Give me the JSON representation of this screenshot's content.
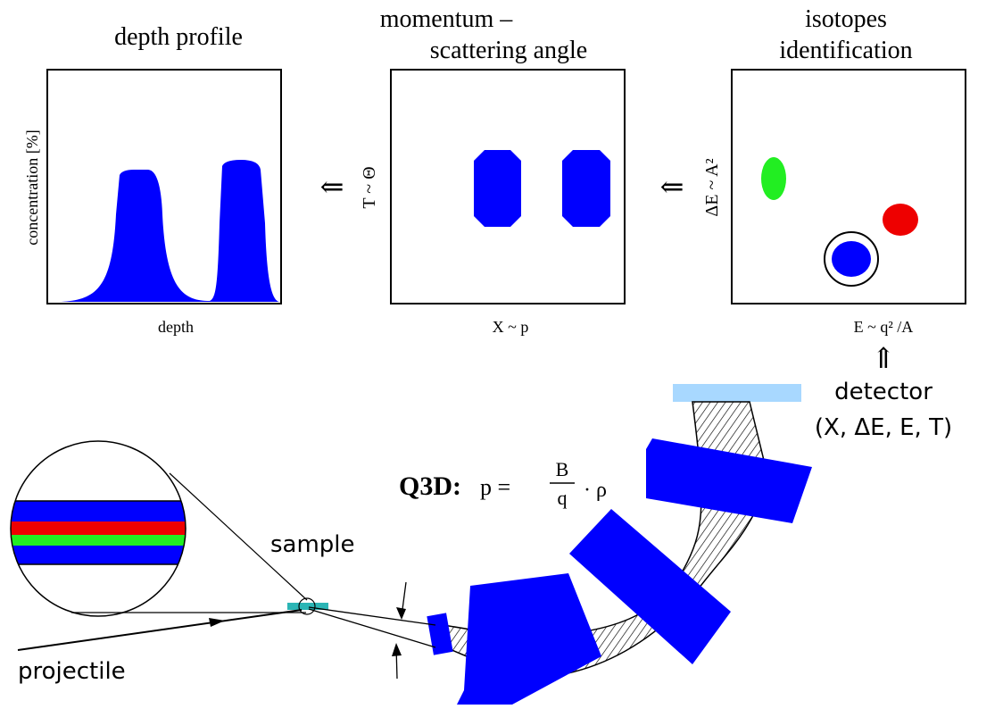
{
  "panels": {
    "depth_profile": {
      "title": "depth profile",
      "xlabel": "depth",
      "ylabel": "concentration [%]"
    },
    "momentum": {
      "title_line1": "momentum –",
      "title_line2": "scattering angle",
      "xlabel": "X ~ p",
      "ylabel": "T ~ Θ"
    },
    "isotopes": {
      "title_line1": "isotopes",
      "title_line2": "identification",
      "xlabel": "E ~ q² /A",
      "ylabel": "ΔE ~ A²"
    },
    "arrow_left": "⇐",
    "arrow_up": "⇑"
  },
  "detector": {
    "label": "detector",
    "signals": "(X, ΔE, E, T)"
  },
  "spectrometer": {
    "name": "Q3D:",
    "formula_p": "p =",
    "formula_num": "B",
    "formula_den": "q",
    "formula_rho": "· ρ"
  },
  "sample_label": "sample",
  "projectile_label": "projectile",
  "colors": {
    "magnet": "#0000ff",
    "isotope_green": "#22ee22",
    "isotope_red": "#ee0000",
    "detector": "#a8d8ff",
    "sample": "#2bb5b5"
  }
}
